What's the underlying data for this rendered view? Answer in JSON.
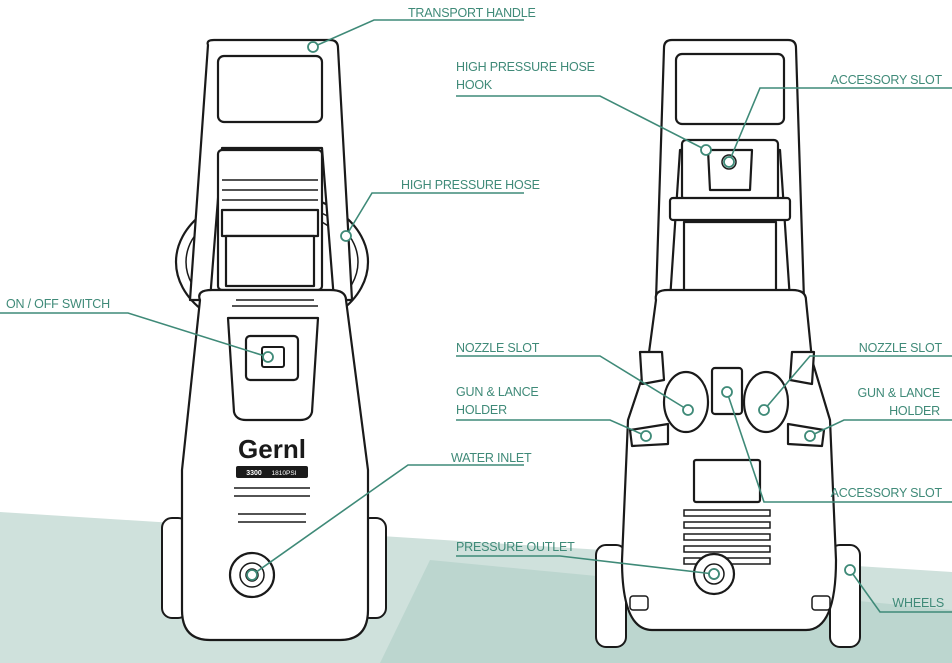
{
  "colors": {
    "accent": "#3f8a78",
    "ground": "#cfe1dc",
    "line_art": "#1a1a1a"
  },
  "product": {
    "brand": "Gernl",
    "model": "3300",
    "rating": "1810PSI"
  },
  "labels": {
    "transport_handle": "TRANSPORT HANDLE",
    "high_pressure_hose": "HIGH PRESSURE HOSE",
    "on_off_switch": "ON / OFF SWITCH",
    "water_inlet": "WATER INLET",
    "hose_hook_line1": "HIGH PRESSURE HOSE",
    "hose_hook_line2": "HOOK",
    "accessory_slot_top": "ACCESSORY SLOT",
    "nozzle_slot_left": "NOZZLE SLOT",
    "nozzle_slot_right": "NOZZLE SLOT",
    "gun_lance_left_line1": "GUN & LANCE",
    "gun_lance_left_line2": "HOLDER",
    "gun_lance_right_line1": "GUN & LANCE",
    "gun_lance_right_line2": "HOLDER",
    "accessory_slot_bottom": "ACCESSORY SLOT",
    "pressure_outlet": "PRESSURE OUTLET",
    "wheels": "WHEELS"
  }
}
